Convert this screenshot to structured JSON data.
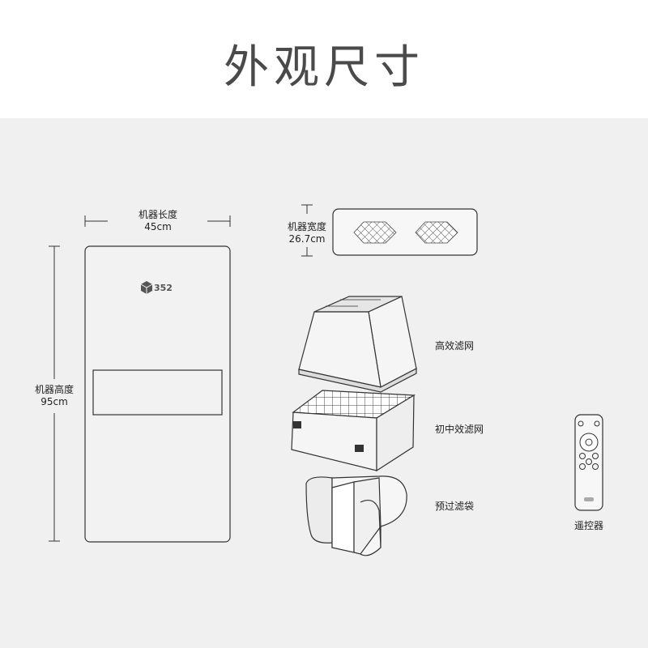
{
  "title": "外观尺寸",
  "machine": {
    "logo": "352",
    "length_label": "机器长度",
    "length_value": "45cm",
    "height_label": "机器高度",
    "height_value": "95cm",
    "width_label": "机器宽度",
    "width_value": "26.7cm"
  },
  "parts": {
    "hepa_filter": "高效滤网",
    "medium_filter": "初中效滤网",
    "pre_filter_bag": "预过滤袋",
    "remote": "遥控器"
  },
  "colors": {
    "header_bg": "#ffffff",
    "diagram_bg": "#f0f0f0",
    "line": "#333333"
  }
}
